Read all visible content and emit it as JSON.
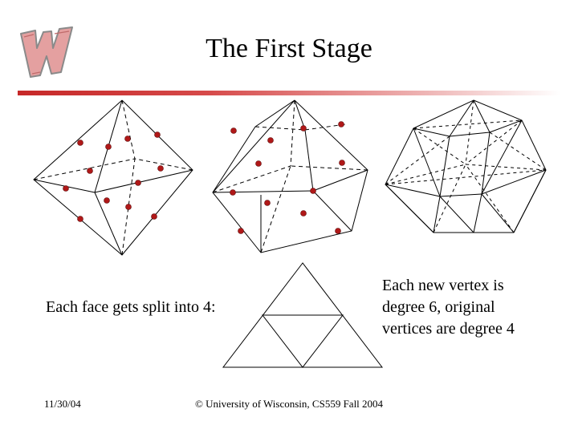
{
  "title": "The First Stage",
  "captions": {
    "left": "Each face gets split into 4:",
    "right_lines": [
      "Each new vertex is",
      "degree 6, original",
      "vertices are degree 4"
    ]
  },
  "footer": {
    "date": "11/30/04",
    "copyright": "© University of Wisconsin, CS559 Fall 2004"
  },
  "colors": {
    "accent": "#c62828",
    "vertex_dot": "#b01818",
    "logo": "#d98a8a"
  },
  "icons": {
    "logo": "university-w-logo"
  }
}
